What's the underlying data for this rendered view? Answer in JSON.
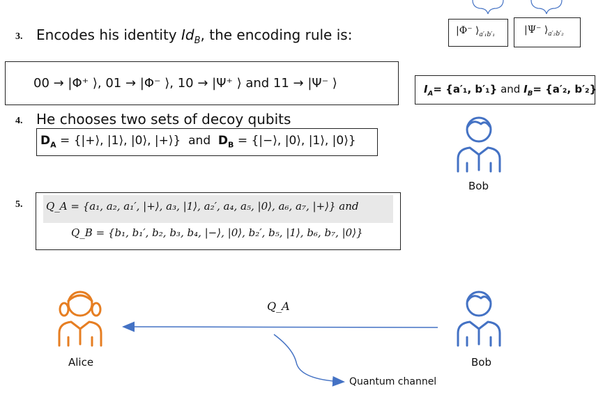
{
  "bell_boxes": [
    {
      "state": "|Φ⁻ ⟩",
      "subscript": "a′₁b′₁"
    },
    {
      "state": "|Ψ⁻ ⟩",
      "subscript": "a′₂b′₂"
    }
  ],
  "step3": {
    "number": "3.",
    "text_before": "Encodes his identity ",
    "id_main": "Id",
    "id_sub": "B",
    "text_after": ", the encoding rule is:",
    "rule": "00 → |Φ⁺ ⟩, 01 → |Φ⁻ ⟩, 10 → |Ψ⁺ ⟩ and 11 → |Ψ⁻ ⟩"
  },
  "identity_box": {
    "ia_label": "I",
    "ia_sub": "A",
    "ia_value": "= {a′₁, b′₁}",
    "conj": " and ",
    "ib_label": "I",
    "ib_sub": "B",
    "ib_value": "= {a′₂, b′₂}"
  },
  "step4": {
    "number": "4.",
    "text": "He chooses two sets of decoy qubits",
    "da_label": "D",
    "da_sub": "A",
    "da_value": " = {|+⟩, |1⟩, |0⟩, |+⟩}",
    "conj": "and",
    "db_label": "D",
    "db_sub": "B",
    "db_value": " = {|−⟩, |0⟩, |1⟩, |0⟩}"
  },
  "step5": {
    "number": "5.",
    "qa": "Q_A = {a₁, a₂, a₁′, |+⟩, a₃, |1⟩, a₂′, a₄, a₅, |0⟩, a₆, a₇, |+⟩} and",
    "qb": "Q_B = {b₁, b₁′, b₂, b₃, b₄, |−⟩, |0⟩, b₂′, b₅, |1⟩, b₆, b₇, |0⟩}"
  },
  "figures": {
    "bob_top": "Bob",
    "alice": "Alice",
    "bob_bottom": "Bob"
  },
  "channel": {
    "arrow_label": "Q_A",
    "caption": "Quantum channel"
  },
  "colors": {
    "alice": "#E67E22",
    "bob": "#4472C4",
    "arrow": "#4472C4",
    "highlight": "#e8e8e8"
  }
}
